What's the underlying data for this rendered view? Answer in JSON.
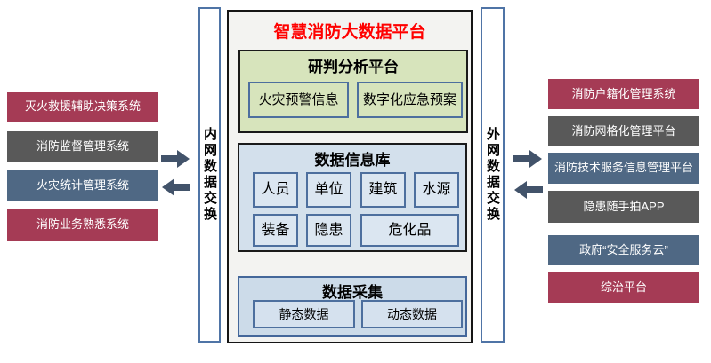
{
  "title": "智慧消防大数据平台",
  "bars": {
    "inner": "内网数据交换",
    "outer": "外网数据交换"
  },
  "left_systems": [
    {
      "label": "灭火救援辅助决策系统",
      "color": "#a53b55"
    },
    {
      "label": "消防监督管理系统",
      "color": "#595959"
    },
    {
      "label": "火灾统计管理系统",
      "color": "#4f6884"
    },
    {
      "label": "消防业务熟悉系统",
      "color": "#a53b55"
    }
  ],
  "right_systems": [
    {
      "label": "消防户籍化管理系统",
      "color": "#a53b55"
    },
    {
      "label": "消防网格化管理平台",
      "color": "#595959"
    },
    {
      "label": "消防技术服务信息管理平台",
      "color": "#4f6884"
    },
    {
      "label": "隐患随手拍APP",
      "color": "#595959"
    },
    {
      "label": "政府“安全服务云”",
      "color": "#4f6884"
    },
    {
      "label": "综治平台",
      "color": "#a53b55"
    }
  ],
  "platform": {
    "analysis": {
      "title": "研判分析平台",
      "items": [
        "火灾预警信息",
        "数字化应急预案"
      ]
    },
    "database": {
      "title": "数据信息库",
      "row1": [
        "人员",
        "单位",
        "建筑",
        "水源"
      ],
      "row2": [
        "装备",
        "隐患",
        "危化品"
      ]
    },
    "collection": {
      "title": "数据采集",
      "items": [
        "静态数据",
        "动态数据"
      ]
    }
  },
  "colors": {
    "title_red": "#ff0000",
    "crimson": "#a53b55",
    "gray": "#595959",
    "slate": "#4f6884",
    "arrow": "#42536a",
    "bar_border": "#4f74a6",
    "green_bg": "#d7e4bc",
    "blue_bg": "#d3e0ec",
    "blue_border": "#4d6f9e"
  }
}
